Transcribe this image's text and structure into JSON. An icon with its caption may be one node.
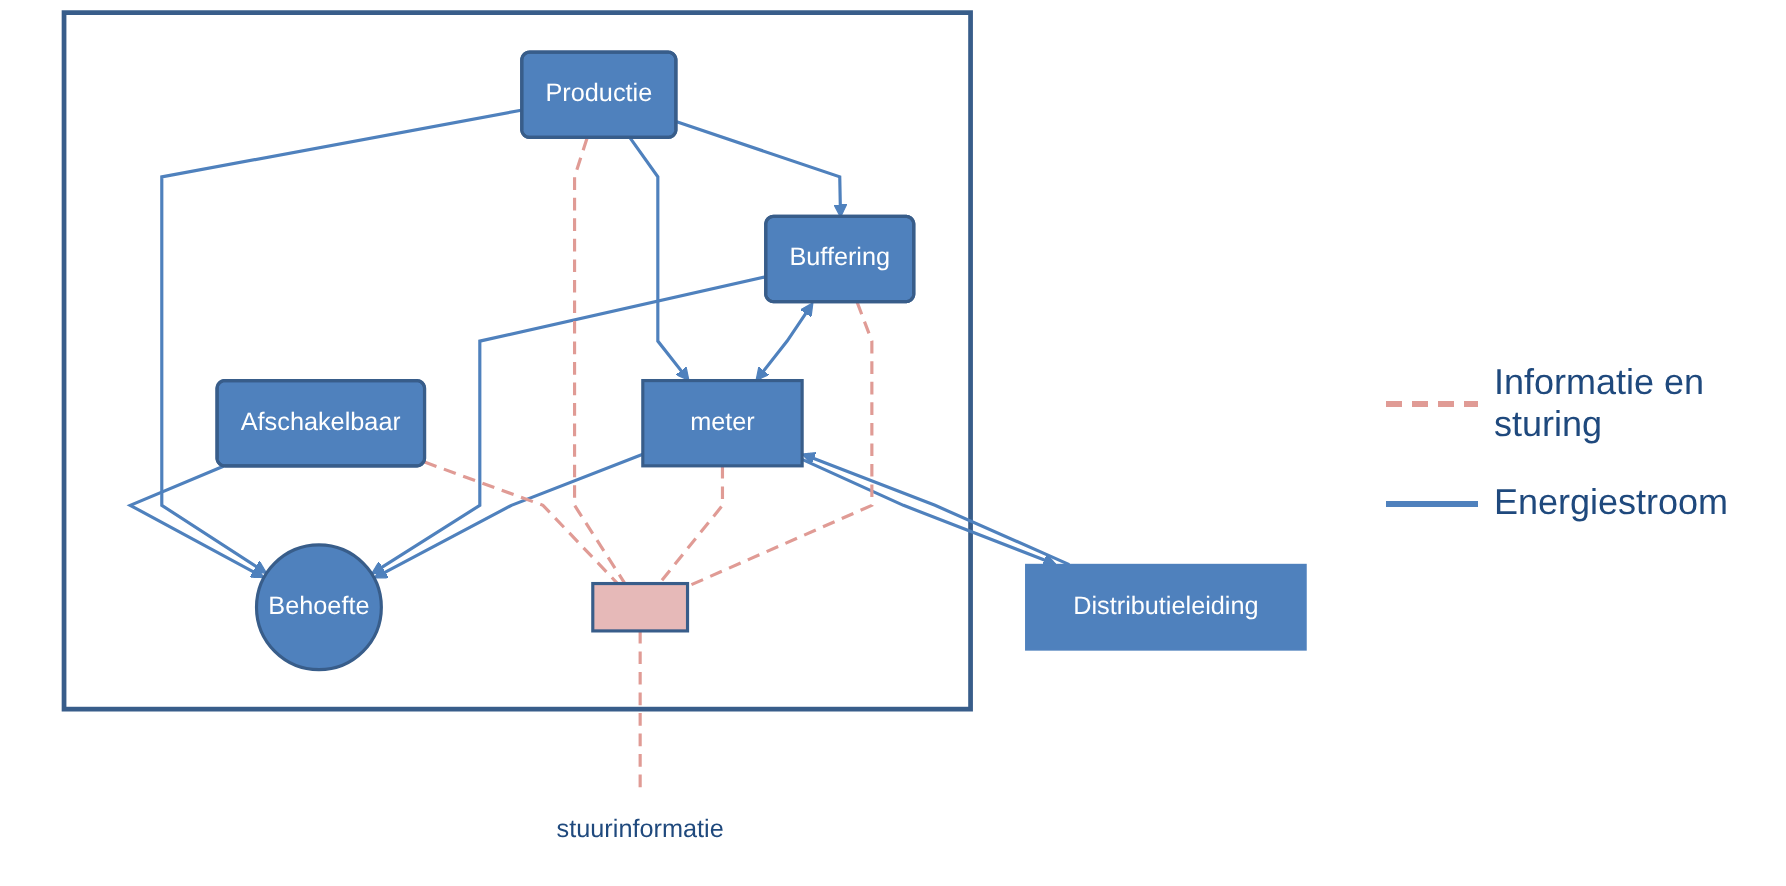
{
  "diagram": {
    "nodes": [
      {
        "text": [],
        "shape": "box"
      },
      {
        "text": [
          "Afschakelbaar"
        ],
        "in": 0
      },
      {
        "text": [
          "Productie"
        ],
        "in": 0
      },
      {
        "text": [
          "Behoefte"
        ],
        "in": 0
      },
      {
        "text": [
          "Buffering"
        ],
        "in": 0
      },
      {
        "text": [],
        "shape": "box",
        "in": 0
      },
      {
        "text": [
          "meter"
        ],
        "in": 0
      },
      {
        "text": [
          "Distributieleiding"
        ]
      },
      {
        "text": [
          "stuurinformatie"
        ]
      }
    ],
    "edges": [
      {
        "from": 1,
        "to": 3,
        "arrow": "to"
      },
      {
        "from": 2,
        "to": 3,
        "arrow": "to"
      },
      {
        "from": 4,
        "to": 3,
        "arrow": "to"
      },
      {
        "from": 6,
        "to": 3,
        "arrow": "to"
      },
      {
        "from": 2,
        "to": 4,
        "arrow": "to"
      },
      {
        "from": 2,
        "to": 6,
        "arrow": "to"
      },
      {
        "from": 4,
        "to": 6,
        "arrow": "both"
      },
      {
        "from": 6,
        "to": 7,
        "arrow": "to"
      },
      {
        "from": 7,
        "to": 6,
        "arrow": "to"
      },
      {
        "from": 1,
        "to": 5,
        "arrow": "none",
        "style": "dashed",
        "color": "#e09b95"
      },
      {
        "from": 2,
        "to": 5,
        "arrow": "none",
        "style": "dashed",
        "color": "#e09b95"
      },
      {
        "from": 6,
        "to": 5,
        "arrow": "none",
        "style": "dashed",
        "color": "#e09b95"
      },
      {
        "from": 4,
        "to": 5,
        "arrow": "none",
        "style": "dashed",
        "color": "#e09b95"
      },
      {
        "from": 5,
        "to": 8,
        "arrow": "none",
        "style": "dashed",
        "color": "#e09b95"
      }
    ],
    "legend": [
      {
        "text": "Informatie en sturing"
      },
      {
        "text": "Energiestroom"
      }
    ]
  }
}
